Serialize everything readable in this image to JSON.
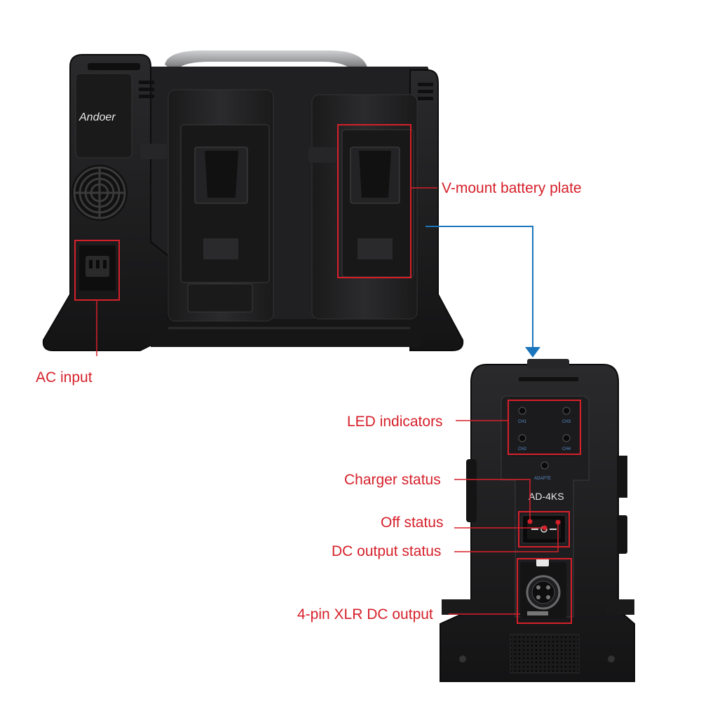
{
  "product": {
    "brand": "Andoer",
    "model": "AD-4KS",
    "brand_label": "ADAPTE",
    "led_channels": [
      "CH1",
      "CH3",
      "CH2",
      "CH4"
    ]
  },
  "callouts": {
    "vmount_plate": "V-mount battery plate",
    "ac_input": "AC input",
    "led_indicators": "LED indicators",
    "charger_status": "Charger status",
    "off_status": "Off status",
    "dc_output_status": "DC output status",
    "xlr_output": "4-pin XLR DC output"
  },
  "colors": {
    "callout_red": "#d6202a",
    "arrow_blue": "#1b75bc",
    "device_body": "#1c1c1e"
  }
}
